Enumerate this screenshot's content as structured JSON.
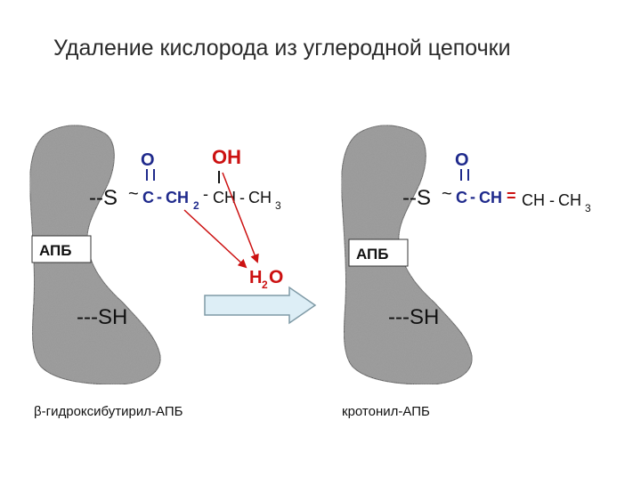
{
  "title": "Удаление кислорода из углеродной цепочки",
  "left": {
    "enzyme_label": "АПБ",
    "s_bond": "--S",
    "tilde": "~",
    "o_top": "O",
    "c1": "C",
    "dash1": "-",
    "ch2": "CH",
    "sub2": "2",
    "dash2": "-",
    "ch": "CH",
    "dash3": "-",
    "ch3": "CH",
    "sub3": "3",
    "oh": "OH",
    "sh": "---SH",
    "caption": "β-гидроксибутирил-АПБ"
  },
  "water": {
    "h": "H",
    "sub": "2",
    "o": "O"
  },
  "right": {
    "enzyme_label": "АПБ",
    "s_bond": "--S",
    "tilde": "~",
    "o_top": "O",
    "c1": "C",
    "dash1": "-",
    "ch_a": "CH",
    "double": "=",
    "ch_b": "CH",
    "dash2": "-",
    "ch3": "CH",
    "sub3": "3",
    "sh": "---SH",
    "caption": "кротонил-АПБ"
  },
  "colors": {
    "blob": "#9a9a9a",
    "atom_blue": "#1f2a8c",
    "atom_red": "#cc1111",
    "arrow_fill": "#ddeef6",
    "arrow_stroke": "#7f9aa6"
  }
}
